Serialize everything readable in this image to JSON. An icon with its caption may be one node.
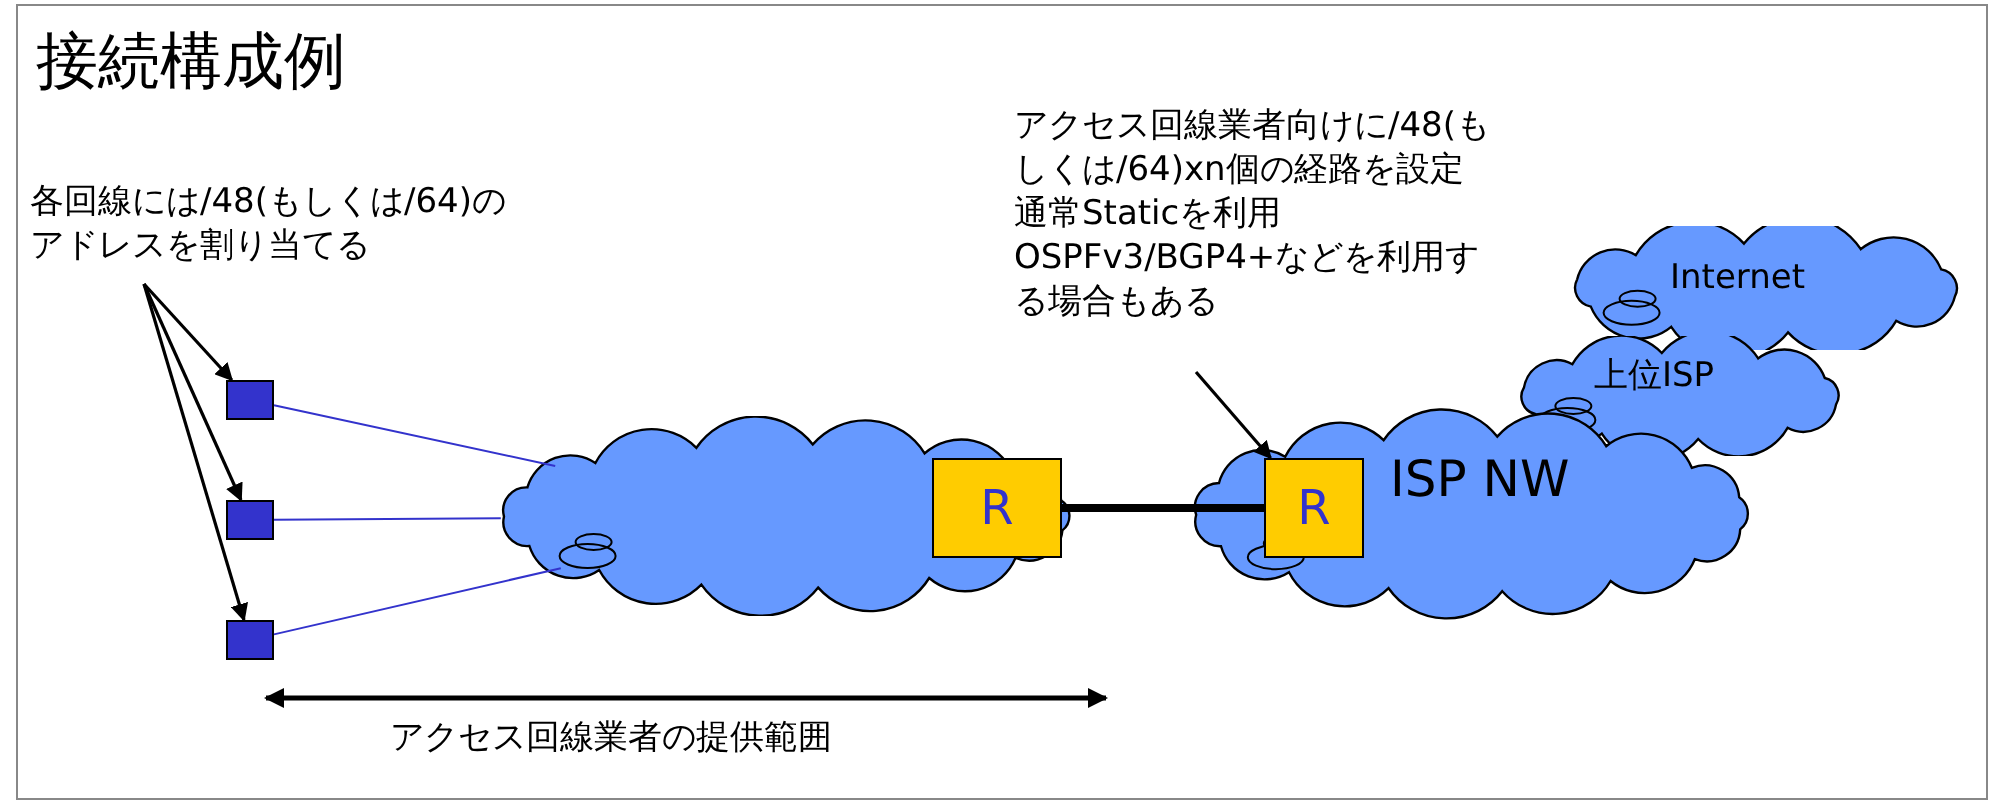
{
  "diagram": {
    "title": "接続構成例",
    "nodes": [
      {
        "text": [
          "各回線には/48(もしくは/64)のアドレスを割り当てる"
        ]
      },
      {
        "text": [],
        "shape": "box"
      },
      {
        "text": [],
        "shape": "box"
      },
      {
        "text": [],
        "shape": "box"
      },
      {
        "text": [],
        "shape": "cloud"
      },
      {
        "text": [
          "R"
        ],
        "in": 4
      },
      {
        "text": [
          "ISP NW"
        ]
      },
      {
        "text": [
          "R"
        ],
        "in": 6
      },
      {
        "text": [
          "上位ISP"
        ]
      },
      {
        "text": [
          "Internet"
        ]
      },
      {
        "text": [
          "アクセス回線業者向けに/48(もしくは/64)xn個の経路を設定",
          "通常Staticを利用",
          "OSPFv3/BGP4+などを利用する場合もある"
        ]
      }
    ],
    "edges": [
      {
        "from": 0,
        "to": 1,
        "arrow": "to"
      },
      {
        "from": 0,
        "to": 2,
        "arrow": "to"
      },
      {
        "from": 0,
        "to": 3,
        "arrow": "to"
      },
      {
        "from": 1,
        "to": 4,
        "arrow": "none",
        "color": "#3333cc"
      },
      {
        "from": 2,
        "to": 4,
        "arrow": "none",
        "color": "#3333cc"
      },
      {
        "from": 3,
        "to": 4,
        "arrow": "none",
        "color": "#3333cc"
      },
      {
        "from": 5,
        "to": 7,
        "arrow": "none",
        "style": "thick"
      },
      {
        "from": 10,
        "to": 7,
        "arrow": "to"
      }
    ],
    "labels": [
      "アクセス回線業者の提供範囲"
    ]
  }
}
